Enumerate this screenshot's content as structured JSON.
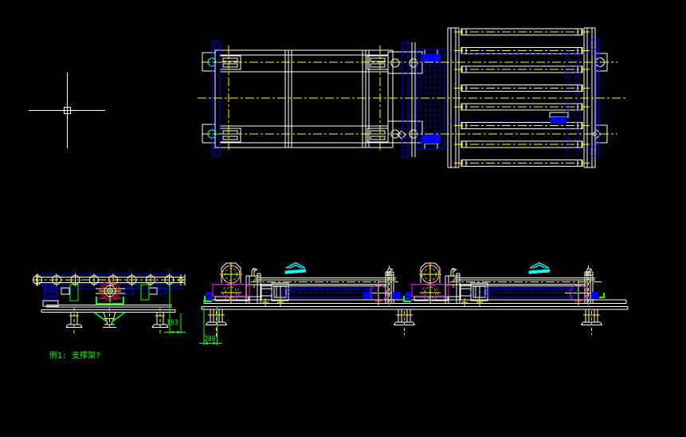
{
  "app": {
    "type": "cad-viewport",
    "background": "#000000"
  },
  "palette": {
    "outline": "#ffffff",
    "centerline": "#ffff00",
    "hidden_chain": "#0000ff",
    "dimension": "#00ff00",
    "highlight": "#ff00ff",
    "motor": "#ff0000",
    "flow_symbol": "#00ffff"
  },
  "annotations": {
    "dim_left_view": "163",
    "dim_right_view": "200",
    "caption": "例1: 支撑架?"
  }
}
